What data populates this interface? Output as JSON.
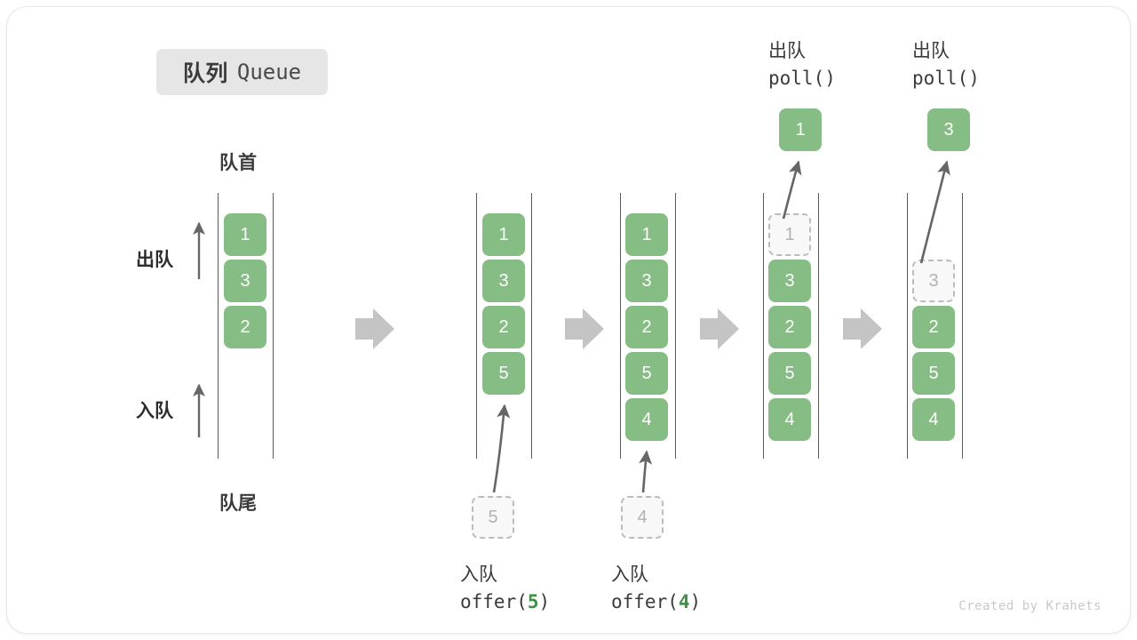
{
  "diagram": {
    "title_cn": "队列",
    "title_en": "Queue",
    "head_label": "队首",
    "tail_label": "队尾",
    "dequeue_label": "出队",
    "enqueue_label": "入队",
    "credit": "Created by Krahets",
    "colors": {
      "element_green": "#85bd84",
      "ghost_fill": "#f8f8f8",
      "ghost_border": "#bcbcbc",
      "ghost_text": "#b3b3b3",
      "rail": "#5b5b5b",
      "transition_arrow": "#c4c4c4",
      "motion_arrow": "#666666",
      "text": "#3b3b3b",
      "accent_arg": "#3e9142",
      "chip_bg": "#e6e6e6"
    },
    "stages": [
      {
        "id": "initial",
        "elements": [
          "1",
          "3",
          "2"
        ],
        "ghost_in_queue": null,
        "popped": null,
        "caption_cn": null,
        "caption_code": null,
        "incoming_ghost": null
      },
      {
        "id": "after-offer-5",
        "elements": [
          "1",
          "3",
          "2",
          "5"
        ],
        "ghost_in_queue": null,
        "popped": null,
        "caption_cn": "入队",
        "caption_code": "offer(5)",
        "caption_arg": "5",
        "incoming_ghost": "5"
      },
      {
        "id": "after-offer-4",
        "elements": [
          "1",
          "3",
          "2",
          "5",
          "4"
        ],
        "ghost_in_queue": null,
        "popped": null,
        "caption_cn": "入队",
        "caption_code": "offer(4)",
        "caption_arg": "4",
        "incoming_ghost": "4"
      },
      {
        "id": "poll-1",
        "elements": [
          "3",
          "2",
          "5",
          "4"
        ],
        "ghost_in_queue": "1",
        "popped": "1",
        "caption_cn": "出队",
        "caption_code": "poll()",
        "incoming_ghost": null
      },
      {
        "id": "poll-3",
        "elements": [
          "2",
          "5",
          "4"
        ],
        "ghost_in_queue": "3",
        "popped": "3",
        "caption_cn": "出队",
        "caption_code": "poll()",
        "incoming_ghost": null
      }
    ]
  }
}
